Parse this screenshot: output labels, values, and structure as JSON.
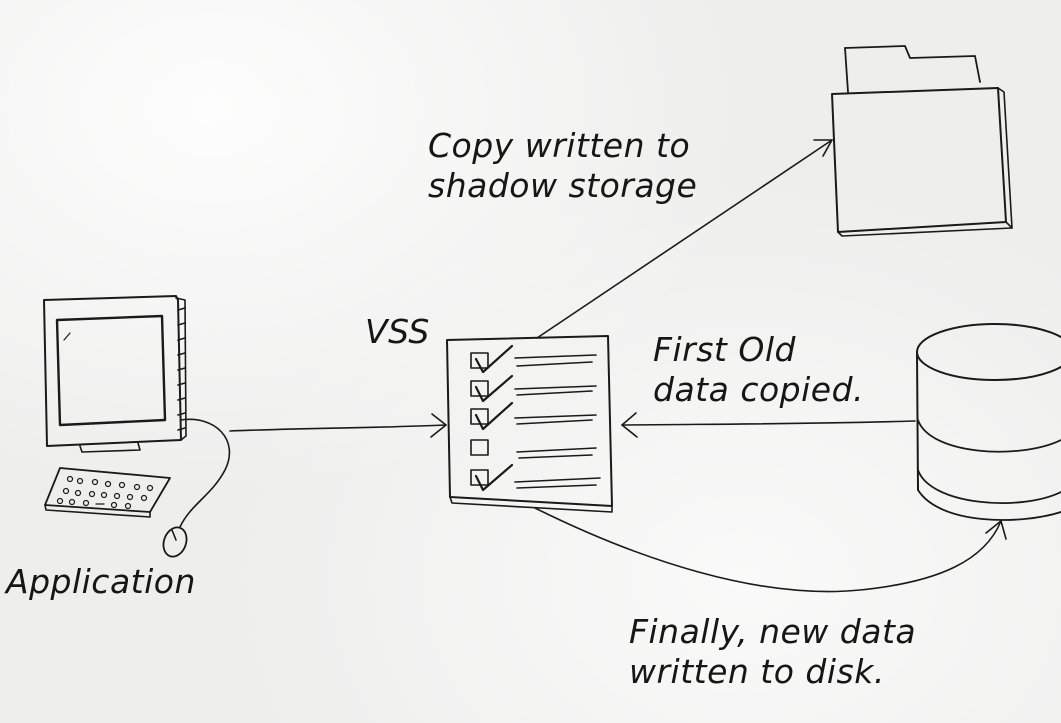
{
  "nodes": {
    "application": {
      "label": "Application",
      "icon": "computer-icon"
    },
    "vss": {
      "label": "VSS",
      "icon": "checklist-icon"
    },
    "shadow_storage": {
      "icon": "folder-icon"
    },
    "disk": {
      "icon": "database-icon"
    }
  },
  "edges": {
    "copy_to_shadow": {
      "label": "Copy written to\nshadow storage"
    },
    "old_data_copied": {
      "label": "First Old\ndata copied."
    },
    "new_data_written": {
      "label": "Finally, new data\nwritten to disk."
    }
  }
}
